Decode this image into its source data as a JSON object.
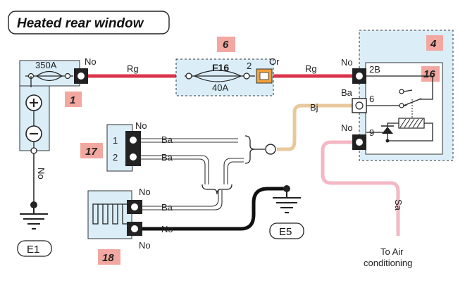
{
  "title": "Heated rear window",
  "components": {
    "c1": {
      "number": "1",
      "fuse_rating": "350A",
      "terminal_color": "No"
    },
    "c4": {
      "number": "4"
    },
    "c6": {
      "number": "6",
      "fuse_id": "F16",
      "fuse_rating": "40A",
      "pin": "2",
      "pin_color": "Or"
    },
    "c16": {
      "number": "16",
      "pin_2b": "2B",
      "pin_6": "6",
      "pin_9": "9",
      "color_2b": "No",
      "color_6": "Ba",
      "color_9": "No"
    },
    "c17": {
      "number": "17",
      "color": "No",
      "pin1": "1",
      "pin2": "2"
    },
    "c18": {
      "number": "18",
      "color_top": "No",
      "color_bottom": "No"
    }
  },
  "wires": {
    "battery_to_fuse": "Rg",
    "fuse_to_relay": "Rg",
    "switch_out": "Bj",
    "switch_pin1": "Ba",
    "switch_pin2": "Ba",
    "element_top": "Ba",
    "element_bottom": "No",
    "battery_neg": "No",
    "relay_pin9": "Sa"
  },
  "grounds": {
    "e1": "E1",
    "e5": "E5"
  },
  "note": {
    "line1": "To Air",
    "line2": "conditioning"
  },
  "colors": {
    "red_wire": "#d9344a",
    "beige_wire": "#e8c89c",
    "pink_wire": "#f3b8c4",
    "box_fill": "#dbeef8",
    "tag_fill": "#f2a8a0",
    "orange_pin": "#f3a23d"
  }
}
